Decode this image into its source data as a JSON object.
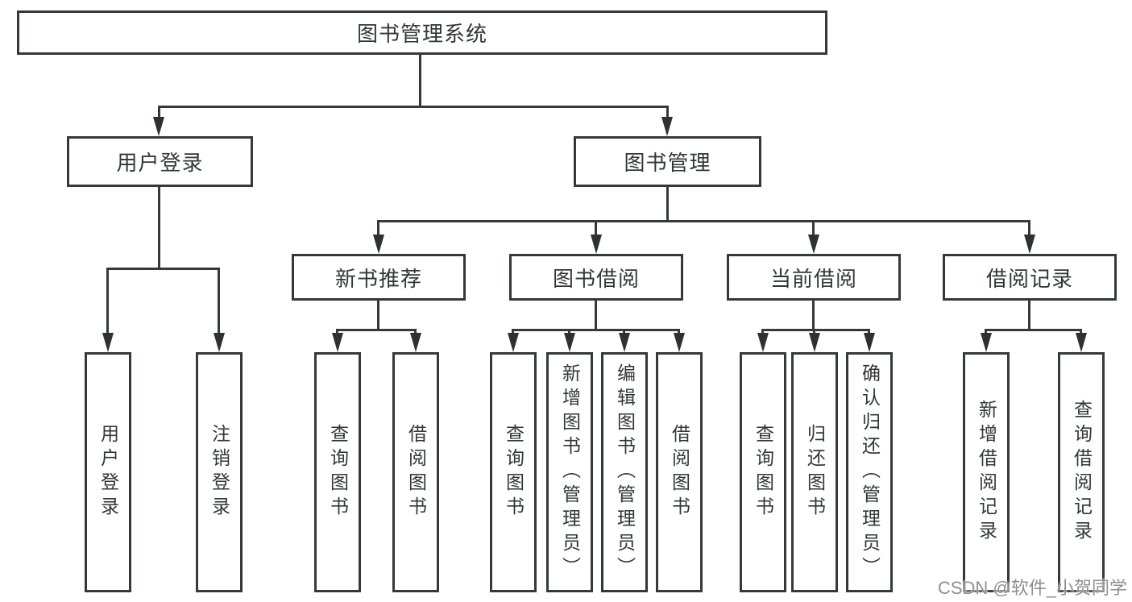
{
  "nodes": {
    "root": {
      "label": "图书管理系统"
    },
    "user_login": {
      "label": "用户登录"
    },
    "book_management": {
      "label": "图书管理"
    },
    "new_book_recommend": {
      "label": "新书推荐"
    },
    "book_borrow": {
      "label": "图书借阅"
    },
    "current_borrow": {
      "label": "当前借阅"
    },
    "borrow_records": {
      "label": "借阅记录"
    },
    "leaf_user_login": {
      "label": "用户登录"
    },
    "leaf_logout": {
      "label": "注销登录"
    },
    "leaf_query_book_1": {
      "label": "查询图书"
    },
    "leaf_borrow_book_1": {
      "label": "借阅图书"
    },
    "leaf_query_book_2": {
      "label": "查询图书"
    },
    "leaf_add_book": {
      "label": "新增图书（管理员）"
    },
    "leaf_edit_book": {
      "label": "编辑图书（管理员）"
    },
    "leaf_borrow_book_2": {
      "label": "借阅图书"
    },
    "leaf_query_book_3": {
      "label": "查询图书"
    },
    "leaf_return_book": {
      "label": "归还图书"
    },
    "leaf_confirm_return": {
      "label": "确认归还（管理员）"
    },
    "leaf_add_record": {
      "label": "新增借阅记录"
    },
    "leaf_query_record": {
      "label": "查询借阅记录"
    }
  },
  "hierarchy": {
    "root": [
      "user_login",
      "book_management"
    ],
    "user_login": [
      "leaf_user_login",
      "leaf_logout"
    ],
    "book_management": [
      "new_book_recommend",
      "book_borrow",
      "current_borrow",
      "borrow_records"
    ],
    "new_book_recommend": [
      "leaf_query_book_1",
      "leaf_borrow_book_1"
    ],
    "book_borrow": [
      "leaf_query_book_2",
      "leaf_add_book",
      "leaf_edit_book",
      "leaf_borrow_book_2"
    ],
    "current_borrow": [
      "leaf_query_book_3",
      "leaf_return_book",
      "leaf_confirm_return"
    ],
    "borrow_records": [
      "leaf_add_record",
      "leaf_query_record"
    ]
  },
  "watermark": {
    "text": "CSDN @软件_小贺同学"
  },
  "colors": {
    "line": "#36383b",
    "text": "#333639",
    "watermark": "#8f8f8f",
    "background": "#ffffff"
  }
}
